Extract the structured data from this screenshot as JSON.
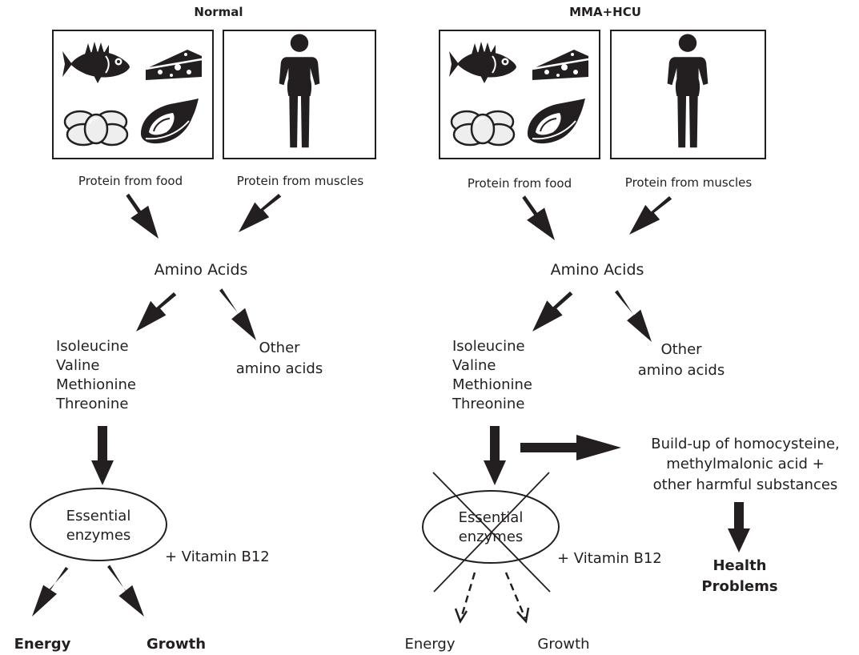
{
  "normal": {
    "title": "Normal",
    "food_caption": "Protein from food",
    "muscle_caption": "Protein from muscles",
    "amino_acids": "Amino Acids",
    "specific_acids": [
      "Isoleucine",
      "Valine",
      "Methionine",
      "Threonine"
    ],
    "other_acids": [
      "Other",
      "amino acids"
    ],
    "enzymes": [
      "Essential",
      "enzymes"
    ],
    "vitamin": "+ Vitamin B12",
    "outcome_energy": "Energy",
    "outcome_growth": "Growth"
  },
  "disorder": {
    "title": "MMA+HCU",
    "food_caption": "Protein from food",
    "muscle_caption": "Protein from muscles",
    "amino_acids": "Amino Acids",
    "specific_acids": [
      "Isoleucine",
      "Valine",
      "Methionine",
      "Threonine"
    ],
    "other_acids": [
      "Other",
      "amino acids"
    ],
    "enzymes": [
      "Essential",
      "enzymes"
    ],
    "vitamin": "+ Vitamin B12",
    "outcome_energy": "Energy",
    "outcome_growth": "Growth",
    "buildup": [
      "Build-up of homocysteine,",
      "methylmalonic acid +",
      "other harmful substances"
    ],
    "health": [
      "Health",
      "Problems"
    ]
  },
  "icons": {
    "food": [
      "fish-icon",
      "cheese-icon",
      "eggs-icon",
      "meat-icon"
    ],
    "muscle": "person-icon"
  },
  "colors": {
    "ink": "#231f20",
    "background": "#ffffff"
  }
}
